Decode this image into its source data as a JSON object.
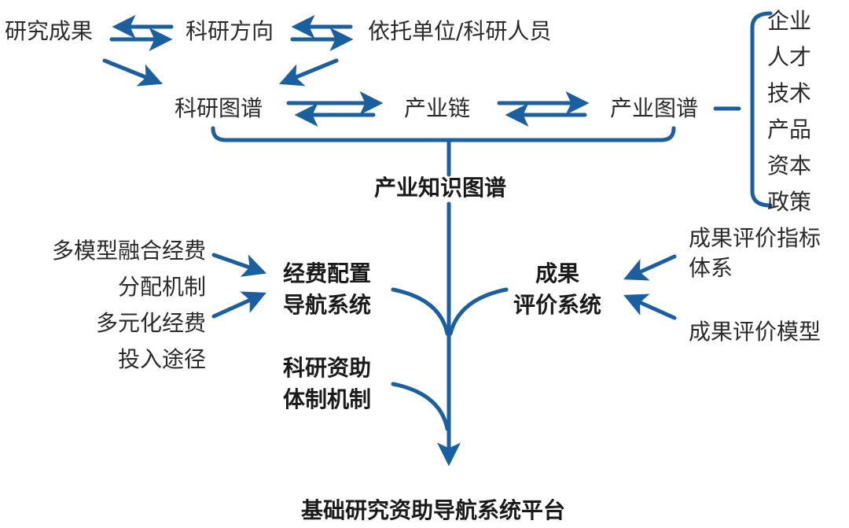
{
  "colors": {
    "arrow": "#1a5fa0",
    "text": "#2a2a2a"
  },
  "top_row": {
    "research_results": "研究成果",
    "research_direction": "科研方向",
    "institutions": "依托单位/科研人员"
  },
  "middle_row": {
    "research_map": "科研图谱",
    "industry_chain": "产业链",
    "industry_map": "产业图谱"
  },
  "industry_map_elements": [
    "企业",
    "人才",
    "技术",
    "产品",
    "资本",
    "政策"
  ],
  "industry_knowledge_graph": "产业知识图谱",
  "funding_inputs": {
    "line1": "多模型融合经费",
    "line2": "分配机制",
    "line3": "多元化经费",
    "line4": "投入途径"
  },
  "funding_system": {
    "line1": "经费配置",
    "line2": "导航系统"
  },
  "evaluation_system": {
    "line1": "成果",
    "line2": "评价系统"
  },
  "evaluation_inputs": {
    "indicator_line1": "成果评价指标",
    "indicator_line2": "体系",
    "model": "成果评价模型"
  },
  "funding_mechanism": {
    "line1": "科研资助",
    "line2": "体制机制"
  },
  "platform": "基础研究资助导航系统平台"
}
